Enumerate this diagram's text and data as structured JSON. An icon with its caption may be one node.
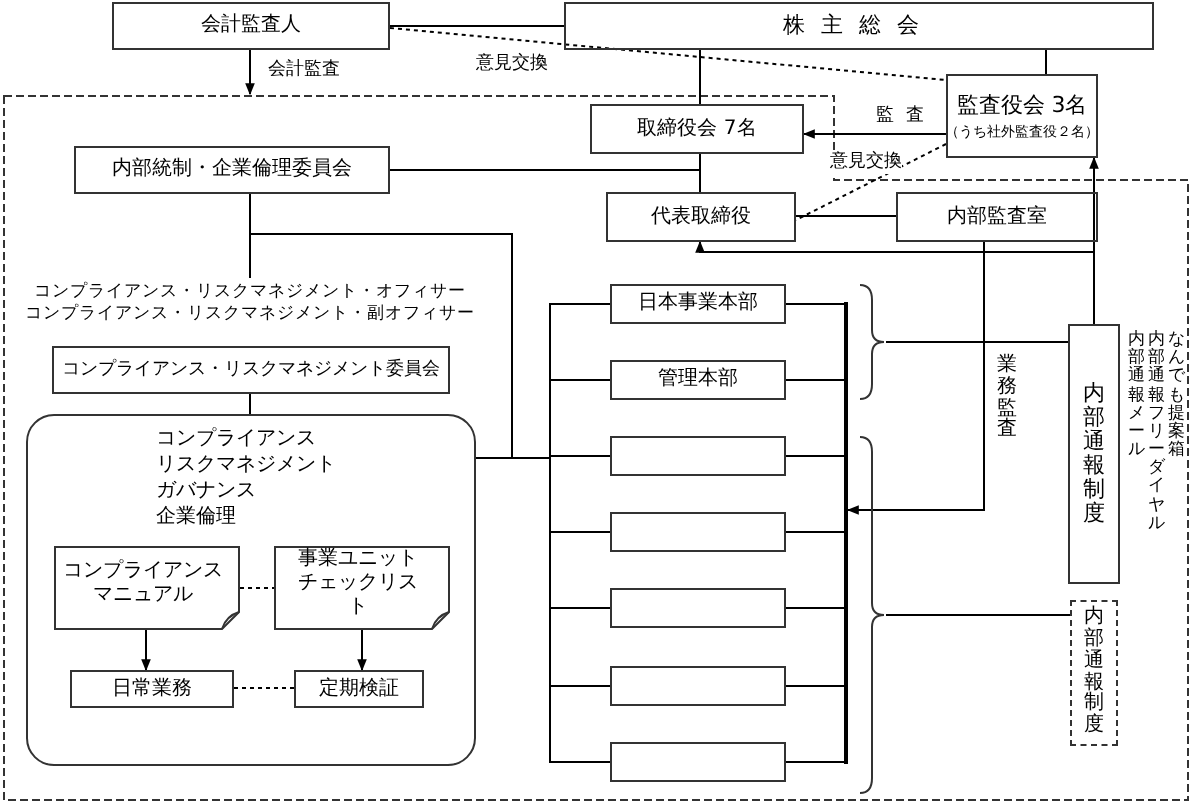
{
  "diagram": {
    "nodes": [
      {
        "text": [
          "会計監査人"
        ]
      },
      {
        "text": [
          "株主総会"
        ]
      },
      {
        "text": [
          "監査役会 3名",
          "（うち社外監査役２名）"
        ]
      },
      {
        "text": [
          "取締役会 7名"
        ]
      },
      {
        "text": [
          "内部統制・企業倫理委員会"
        ]
      },
      {
        "text": [
          "代表取締役"
        ]
      },
      {
        "text": [
          "内部監査室"
        ]
      },
      {
        "text": [
          "コンプライアンス・リスクマネジメント・オフィサー",
          "コンプライアンス・リスクマネジメント・副オフィサー"
        ]
      },
      {
        "text": [
          "コンプライアンス・リスクマネジメント委員会"
        ]
      },
      {
        "text": [
          "コンプライアンス",
          "リスクマネジメント",
          "ガバナンス",
          "企業倫理"
        ]
      },
      {
        "text": [
          "コンプライアンスマニュアル"
        ],
        "in": 9
      },
      {
        "text": [
          "事業ユニットチェックリスト"
        ],
        "in": 9
      },
      {
        "text": [
          "日常業務"
        ],
        "in": 9
      },
      {
        "text": [
          "定期検証"
        ],
        "in": 9
      },
      {
        "text": [
          "日本事業本部"
        ]
      },
      {
        "text": [
          "管理本部"
        ]
      },
      {
        "text": [],
        "shape": "box"
      },
      {
        "text": [],
        "shape": "box"
      },
      {
        "text": [],
        "shape": "box"
      },
      {
        "text": [],
        "shape": "box"
      },
      {
        "text": [],
        "shape": "box"
      },
      {
        "text": [
          "内部通報制度"
        ]
      },
      {
        "text": [
          "内部通報制度"
        ]
      },
      {
        "text": [],
        "shape": "bar"
      },
      {
        "text": [],
        "shape": "bracket"
      },
      {
        "text": [],
        "shape": "bracket"
      }
    ],
    "edges": [
      {
        "from": 0,
        "to": 1,
        "arrow": "none"
      },
      {
        "from": 0,
        "to": null,
        "arrow": "to",
        "label": "会計監査"
      },
      {
        "from": 0,
        "to": 2,
        "arrow": "none",
        "style": "dashed",
        "label": "意見交換"
      },
      {
        "from": 1,
        "to": 3,
        "arrow": "none"
      },
      {
        "from": 1,
        "to": 2,
        "arrow": "none"
      },
      {
        "from": 2,
        "to": 3,
        "arrow": "to",
        "label": "監査"
      },
      {
        "from": 2,
        "to": 5,
        "arrow": "none",
        "style": "dashed",
        "label": "意見交換"
      },
      {
        "from": 3,
        "to": 5,
        "arrow": "none"
      },
      {
        "from": 4,
        "to": 3,
        "arrow": "none"
      },
      {
        "from": 5,
        "to": 6,
        "arrow": "none"
      },
      {
        "from": 4,
        "to": 7,
        "arrow": "none"
      },
      {
        "from": 8,
        "to": 9,
        "arrow": "none"
      },
      {
        "from": 10,
        "to": 12,
        "arrow": "to"
      },
      {
        "from": 11,
        "to": 13,
        "arrow": "to"
      },
      {
        "from": 10,
        "to": 11,
        "arrow": "none",
        "style": "dashed"
      },
      {
        "from": 12,
        "to": 13,
        "arrow": "none",
        "style": "dashed"
      },
      {
        "from": 21,
        "to": 5,
        "arrow": "to"
      },
      {
        "from": 21,
        "to": 2,
        "arrow": "to"
      },
      {
        "from": 24,
        "to": 21,
        "arrow": "none"
      },
      {
        "from": 25,
        "to": 22,
        "arrow": "none"
      },
      {
        "from": 9,
        "to": 14,
        "arrow": "none"
      },
      {
        "from": 9,
        "to": 15,
        "arrow": "none"
      },
      {
        "from": 9,
        "to": 16,
        "arrow": "none"
      },
      {
        "from": 9,
        "to": 17,
        "arrow": "none"
      },
      {
        "from": 9,
        "to": 18,
        "arrow": "none"
      },
      {
        "from": 9,
        "to": 19,
        "arrow": "none"
      },
      {
        "from": 9,
        "to": 20,
        "arrow": "none"
      },
      {
        "from": 4,
        "to": 14,
        "arrow": "none"
      },
      {
        "from": 4,
        "to": 15,
        "arrow": "none"
      },
      {
        "from": 4,
        "to": 16,
        "arrow": "none"
      },
      {
        "from": 4,
        "to": 17,
        "arrow": "none"
      },
      {
        "from": 4,
        "to": 18,
        "arrow": "none"
      },
      {
        "from": 4,
        "to": 19,
        "arrow": "none"
      },
      {
        "from": 4,
        "to": 20,
        "arrow": "none"
      },
      {
        "from": 6,
        "to": 23,
        "arrow": "to",
        "label": "業務監査"
      },
      {
        "from": 14,
        "to": 23,
        "arrow": "none"
      },
      {
        "from": 15,
        "to": 23,
        "arrow": "none"
      },
      {
        "from": 16,
        "to": 23,
        "arrow": "none"
      },
      {
        "from": 17,
        "to": 23,
        "arrow": "none"
      },
      {
        "from": 18,
        "to": 23,
        "arrow": "none"
      },
      {
        "from": 19,
        "to": 23,
        "arrow": "none"
      },
      {
        "from": 20,
        "to": 23,
        "arrow": "none"
      }
    ],
    "labels": [
      "なんでも提案箱",
      "内部通報フリーダイヤル",
      "内部通報メール"
    ]
  }
}
